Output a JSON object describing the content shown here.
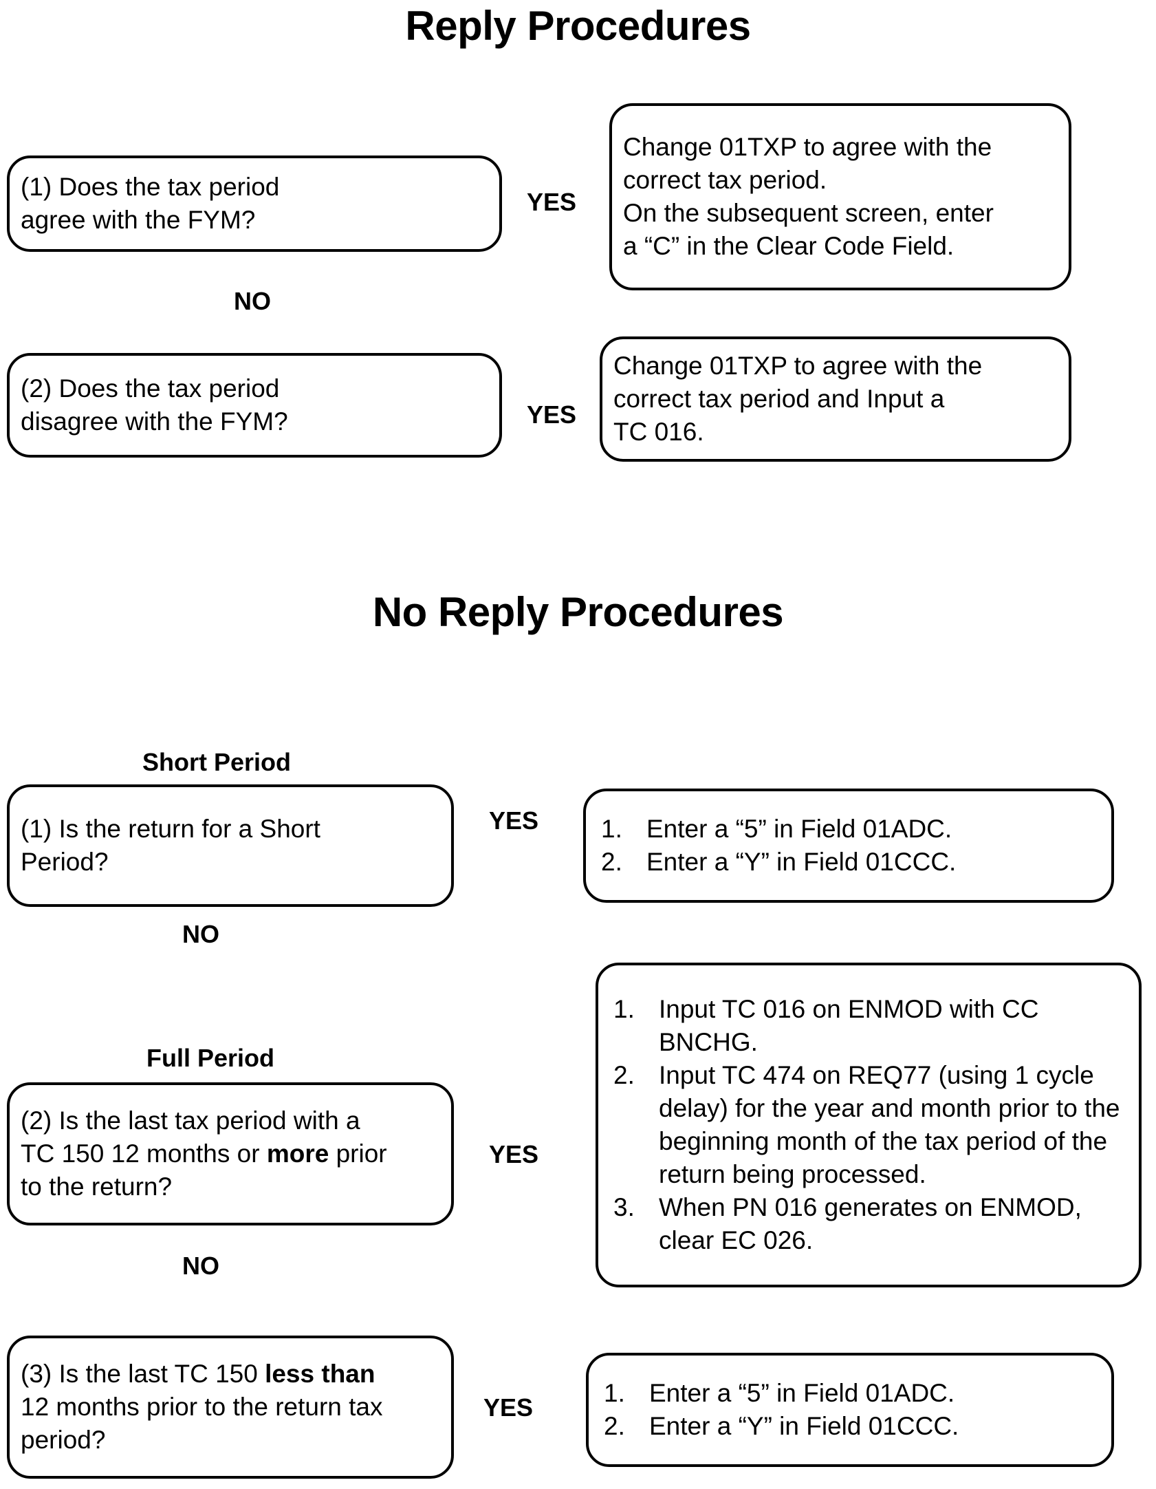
{
  "sections": [
    {
      "title": "Reply Procedures",
      "rows": [
        {
          "question": {
            "number": "(1)",
            "lines": [
              "(1)   Does the tax period",
              "agree with the FYM?"
            ]
          },
          "branch_label": "YES",
          "action": {
            "lines": [
              "Change 01TXP to agree with the",
              "correct tax period.",
              "On the subsequent screen, enter",
              "a “C” in the Clear Code Field."
            ]
          },
          "fallthrough_label": "NO"
        },
        {
          "question": {
            "number": "(2)",
            "lines": [
              "(2)   Does the tax period",
              "disagree with the FYM?"
            ]
          },
          "branch_label": "YES",
          "action": {
            "lines": [
              "Change 01TXP to agree with the",
              "correct tax period and Input a",
              "TC 016."
            ]
          },
          "fallthrough_label": ""
        }
      ]
    },
    {
      "title": "No Reply Procedures",
      "rows": [
        {
          "group_label": "Short Period",
          "question": {
            "number": "(1)",
            "lines": [
              "(1)   Is the return for a Short",
              "Period?"
            ]
          },
          "branch_label": "YES",
          "action": {
            "items": [
              {
                "num": "1.",
                "text": "Enter a “5” in Field 01ADC."
              },
              {
                "num": "2.",
                "text": "Enter a “Y” in Field 01CCC."
              }
            ]
          },
          "fallthrough_label": "NO"
        },
        {
          "group_label": "Full Period",
          "question": {
            "number": "(2)",
            "lines": [
              "(2)   Is the last tax period with a",
              "TC 150 12 months or more prior",
              "to the return?"
            ],
            "emphasis": "more"
          },
          "branch_label": "YES",
          "action": {
            "items": [
              {
                "num": "1.",
                "text": "Input TC 016 on ENMOD with CC BNCHG."
              },
              {
                "num": "2.",
                "text": "Input TC 474 on REQ77 (using 1 cycle delay) for the year and month prior to the beginning month of the tax period of the return being processed."
              },
              {
                "num": "3.",
                "text": "When PN 016 generates on ENMOD, clear EC 026."
              }
            ]
          },
          "fallthrough_label": "NO"
        },
        {
          "group_label": "",
          "question": {
            "number": "(3)",
            "lines": [
              "(3)   Is the last TC 150 less than",
              "12 months prior to the return tax",
              "period?"
            ],
            "emphasis": "less than"
          },
          "branch_label": "YES",
          "action": {
            "items": [
              {
                "num": "1.",
                "text": "Enter a “5” in Field 01ADC."
              },
              {
                "num": "2.",
                "text": "Enter a “Y” in Field 01CCC."
              }
            ]
          },
          "fallthrough_label": ""
        }
      ]
    }
  ],
  "text": {
    "title_reply": "Reply Procedures",
    "title_noreply": "No Reply Procedures",
    "yes": "YES",
    "no": "NO",
    "short_period": "Short Period",
    "full_period": "Full Period",
    "q1_l1": "(1)   Does the tax period",
    "q1_l2": "agree with the FYM?",
    "a1_l1": "Change 01TXP to agree with the",
    "a1_l2": "correct tax period.",
    "a1_l3": "On the subsequent screen, enter",
    "a1_l4": "a “C” in the Clear Code Field.",
    "q2_l1": "(2)   Does the tax period",
    "q2_l2": "disagree with the FYM?",
    "a2_l1": "Change 01TXP to agree with the",
    "a2_l2": "correct tax period and Input a",
    "a2_l3": "TC 016.",
    "nq1_l1": "(1)   Is the return for a Short",
    "nq1_l2": "Period?",
    "na1_i1_num": "1.",
    "na1_i1_txt": "Enter a “5” in Field 01ADC.",
    "na1_i2_num": "2.",
    "na1_i2_txt": "Enter a “Y” in Field 01CCC.",
    "nq2_l1": "(2)   Is the last tax period with a",
    "nq2_l2a": "TC 150 12 months or ",
    "nq2_l2b": "more",
    "nq2_l2c": " prior",
    "nq2_l3": "to the return?",
    "na2_i1_num": "1.",
    "na2_i1_txt": "Input TC 016 on ENMOD with CC BNCHG.",
    "na2_i2_num": "2.",
    "na2_i2_txt": "Input TC 474 on REQ77 (using 1 cycle delay) for the year and month prior to the beginning month of the tax period of the return being processed.",
    "na2_i3_num": "3.",
    "na2_i3_txt": "When PN 016 generates on ENMOD, clear EC 026.",
    "nq3_l1a": "(3)   Is the last TC 150 ",
    "nq3_l1b": "less than",
    "nq3_l2": "12 months prior to the return tax",
    "nq3_l3": "period?",
    "na3_i1_num": "1.",
    "na3_i1_txt": "Enter a “5” in Field 01ADC.",
    "na3_i2_num": "2.",
    "na3_i2_txt": "Enter a “Y” in Field 01CCC."
  },
  "colors": {
    "ink": "#000000",
    "paper": "#ffffff"
  }
}
